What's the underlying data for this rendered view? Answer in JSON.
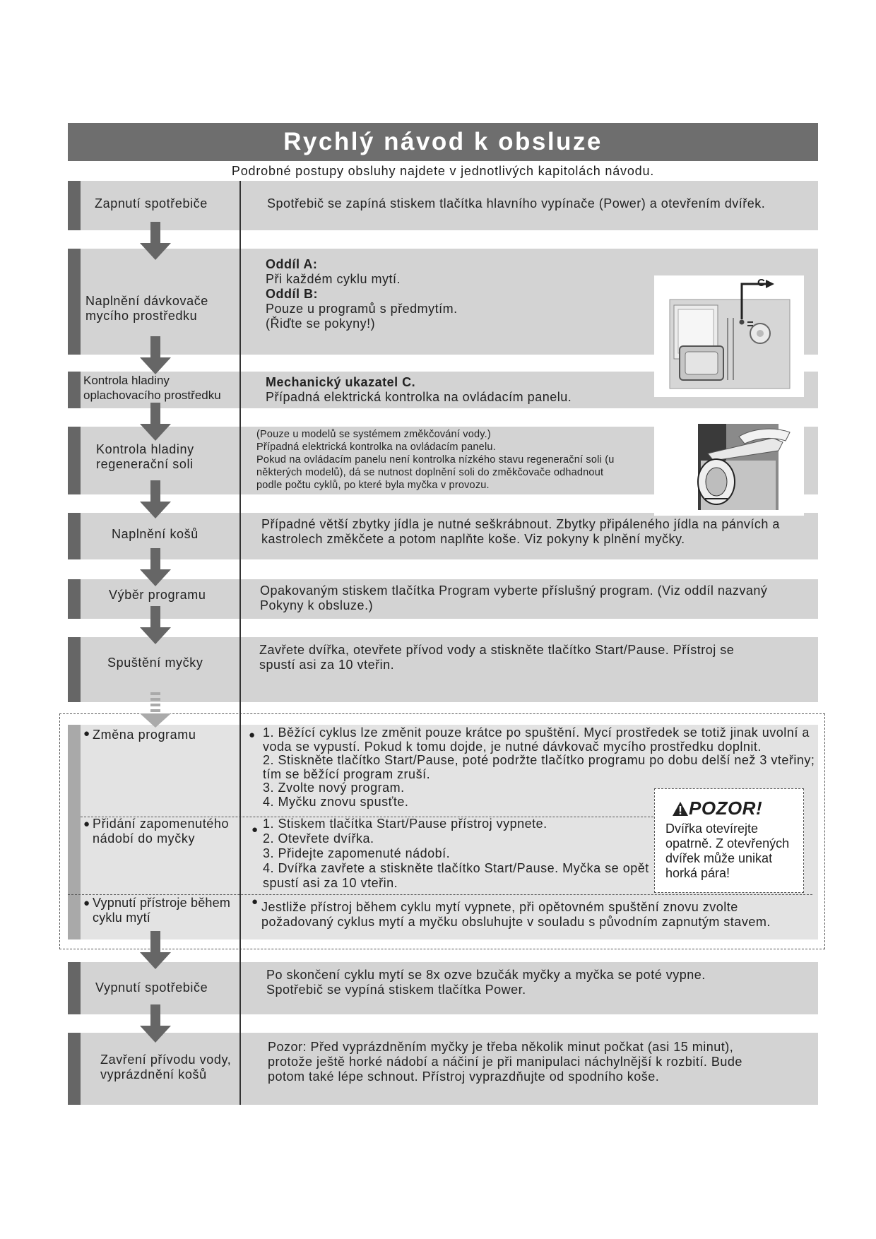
{
  "header": {
    "title": "Rychlý návod k obsluze",
    "subtitle": "Podrobné postupy obsluhy najdete v jednotlivých kapitolách návodu."
  },
  "steps": {
    "power_on": {
      "label": "Zapnutí spotřebiče",
      "text": "Spotřebič se zapíná stiskem tlačítka hlavního vypínače (Power) a otevřením dvířek."
    },
    "detergent": {
      "label_1": "Naplnění dávkovače",
      "label_2": "mycího prostředku",
      "heading_a": "Oddíl A:",
      "text_a": "Při každém cyklu mytí.",
      "heading_b": "Oddíl B:",
      "text_b": "Pouze u programů s předmytím.",
      "text_b2": "(Řiďte se pokyny!)",
      "figure_label": "C"
    },
    "rinse_aid": {
      "label_1": "Kontrola hladiny",
      "label_2": "oplachovacího prostředku",
      "heading": "Mechanický ukazatel C.",
      "text": "Případná elektrická kontrolka na ovládacím panelu."
    },
    "salt": {
      "label_1": "Kontrola hladiny",
      "label_2": "regenerační soli",
      "lines": [
        "(Pouze u modelů se systémem změkčování vody.)",
        "Případná elektrická kontrolka na ovládacím panelu.",
        "Pokud na ovládacím panelu není kontrolka nízkého stavu regenerační soli (u",
        "některých modelů), dá se nutnost doplnění soli do změkčovače odhadnout",
        "podle počtu cyklů, po které byla myčka v provozu."
      ]
    },
    "loading": {
      "label": "Naplnění košů",
      "lines": [
        "Případné větší zbytky jídla je nutné seškrábnout. Zbytky připáleného jídla na pánvích a",
        "kastrolech změkčete a potom naplňte koše. Viz pokyny k plnění myčky."
      ]
    },
    "program": {
      "label": "Výběr programu",
      "lines": [
        "Opakovaným stiskem tlačítka Program vyberte příslušný program. (Viz oddíl nazvaný",
        "Pokyny k obsluze.)"
      ]
    },
    "start": {
      "label": "Spuštění myčky",
      "lines": [
        "Zavřete dvířka, otevřete přívod vody a stiskněte tlačítko Start/Pause. Přístroj se",
        "spustí asi za 10 vteřin."
      ]
    },
    "change": {
      "label": "Změna programu",
      "lines": [
        "1. Běžící cyklus lze změnit pouze krátce po spuštění. Mycí prostředek se totiž jinak uvolní a",
        "voda se vypustí. Pokud k tomu dojde, je nutné dávkovač mycího prostředku doplnit.",
        "2. Stiskněte tlačítko Start/Pause, poté podržte tlačítko programu po dobu delší než 3 vteřiny;",
        "tím se běžící program zruší.",
        "3. Zvolte nový program.",
        "4. Myčku znovu spusťte."
      ]
    },
    "add_dishes": {
      "label_1": "Přidání zapomenutého",
      "label_2": "nádobí do myčky",
      "lines": [
        "1. Stiskem tlačítka Start/Pause přístroj vypnete.",
        "2. Otevřete dvířka.",
        "3. Přidejte zapomenuté nádobí.",
        "4. Dvířka zavřete a stiskněte tlačítko Start/Pause. Myčka se opět",
        "spustí asi za 10 vteřin."
      ]
    },
    "switch_off_during": {
      "label_1": "Vypnutí přístroje během",
      "label_2": "cyklu mytí",
      "lines": [
        "Jestliže přístroj během cyklu mytí vypnete, při opětovném spuštění znovu zvolte",
        "požadovaný cyklus mytí a myčku obsluhujte v souladu s původním zapnutým stavem."
      ]
    },
    "power_off": {
      "label": "Vypnutí spotřebiče",
      "lines": [
        "Po skončení cyklu mytí se 8x ozve bzučák myčky a myčka se poté vypne.",
        "Spotřebič se vypíná stiskem tlačítka Power."
      ]
    },
    "unload": {
      "label_1": "Zavření přívodu vody,",
      "label_2": "vyprázdnění košů",
      "lines": [
        "Pozor: Před vyprázdněním myčky je třeba několik minut počkat (asi 15 minut),",
        "protože ještě horké nádobí a náčiní je při manipulaci náchylnější k rozbití. Bude",
        "potom také lépe schnout. Přístroj vyprazdňujte od spodního koše."
      ]
    }
  },
  "warning": {
    "title": "POZOR!",
    "lines": [
      "Dvířka otevírejte",
      "opatrně. Z otevřených",
      "dvířek může unikat",
      "horká pára!"
    ]
  }
}
